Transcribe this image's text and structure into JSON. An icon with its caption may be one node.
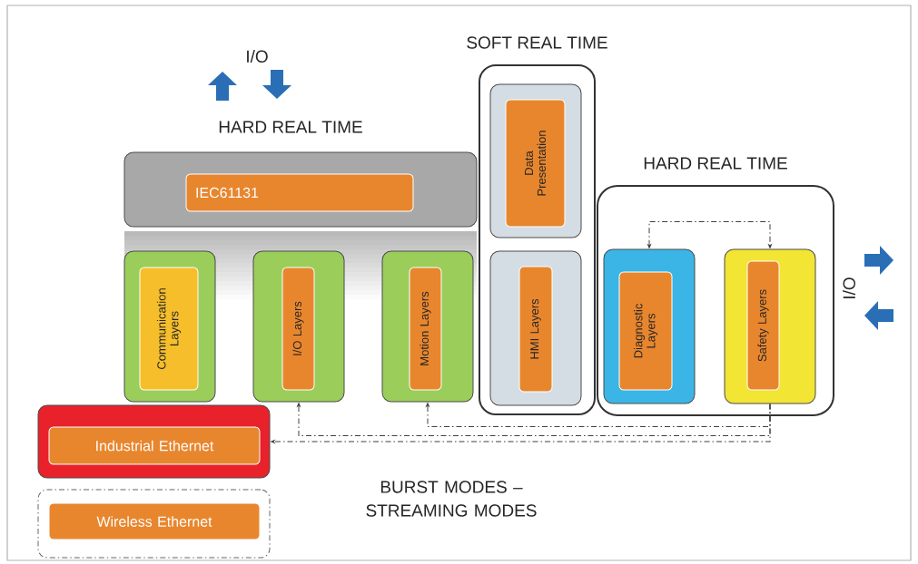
{
  "diagram": {
    "nodes": [
      {
        "text": [
          "SOFT REAL TIME"
        ]
      },
      {
        "text": [
          "Data Presentation"
        ],
        "in": 0
      },
      {
        "text": [
          "HMI Layers"
        ],
        "in": 0
      },
      {
        "text": [
          "HARD REAL TIME"
        ]
      },
      {
        "text": [
          "Diagnostic Layers"
        ],
        "in": 3
      },
      {
        "text": [
          "Safety Layers"
        ],
        "in": 3
      },
      {
        "text": [
          "IEC61131"
        ]
      },
      {
        "text": [
          "Communication Layers"
        ]
      },
      {
        "text": [
          "I/O Layers"
        ]
      },
      {
        "text": [
          "Motion Layers"
        ]
      },
      {
        "text": [
          "Industrial Ethernet"
        ]
      },
      {
        "text": [
          "Wireless Ethernet"
        ]
      }
    ],
    "edges": [
      {
        "from": 4,
        "to": 5,
        "arrow": "both",
        "style": "dashed"
      },
      {
        "from": 5,
        "to": 10,
        "arrow": "to",
        "style": "dashed"
      },
      {
        "from": 5,
        "to": 8,
        "arrow": "to",
        "style": "dashed"
      },
      {
        "from": 5,
        "to": 9,
        "arrow": "to",
        "style": "dashed"
      }
    ],
    "labels": [
      "I/O",
      "HARD REAL TIME",
      "I/O",
      "BURST MODES – STREAMING MODES"
    ]
  }
}
